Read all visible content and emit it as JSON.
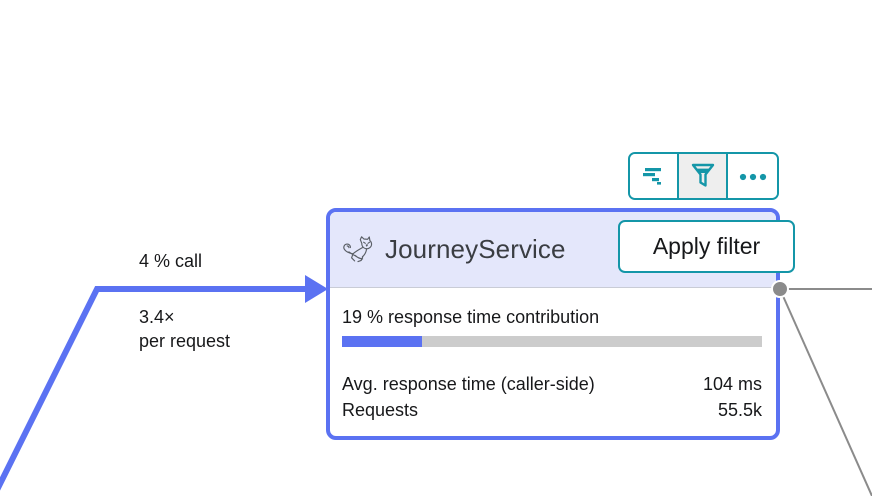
{
  "edges": {
    "incoming_label_top": "4 % call",
    "incoming_label_bottom": "3.4×\nper request",
    "edge_color": "#5b72f2",
    "outgoing_edge_color": "#8b8b8b"
  },
  "toolbar": {
    "buttons": [
      {
        "name": "waterfall-icon",
        "title": "Waterfall",
        "active": false
      },
      {
        "name": "filter-icon",
        "title": "Filter",
        "active": true
      },
      {
        "name": "more-icon",
        "title": "More",
        "active": false
      }
    ],
    "accent": "#1496a8"
  },
  "tooltip": {
    "label": "Apply filter"
  },
  "card": {
    "service_name": "JourneyService",
    "service_icon": "tomcat-cat-icon",
    "border_color": "#5b72f2",
    "header_bg": "#e4e7fb",
    "contribution_label": "19 % response time contribution",
    "contribution_percent": 19,
    "metrics": [
      {
        "label": "Avg. response time (caller-side)",
        "value": "104 ms"
      },
      {
        "label": "Requests",
        "value": "55.5k"
      }
    ]
  }
}
